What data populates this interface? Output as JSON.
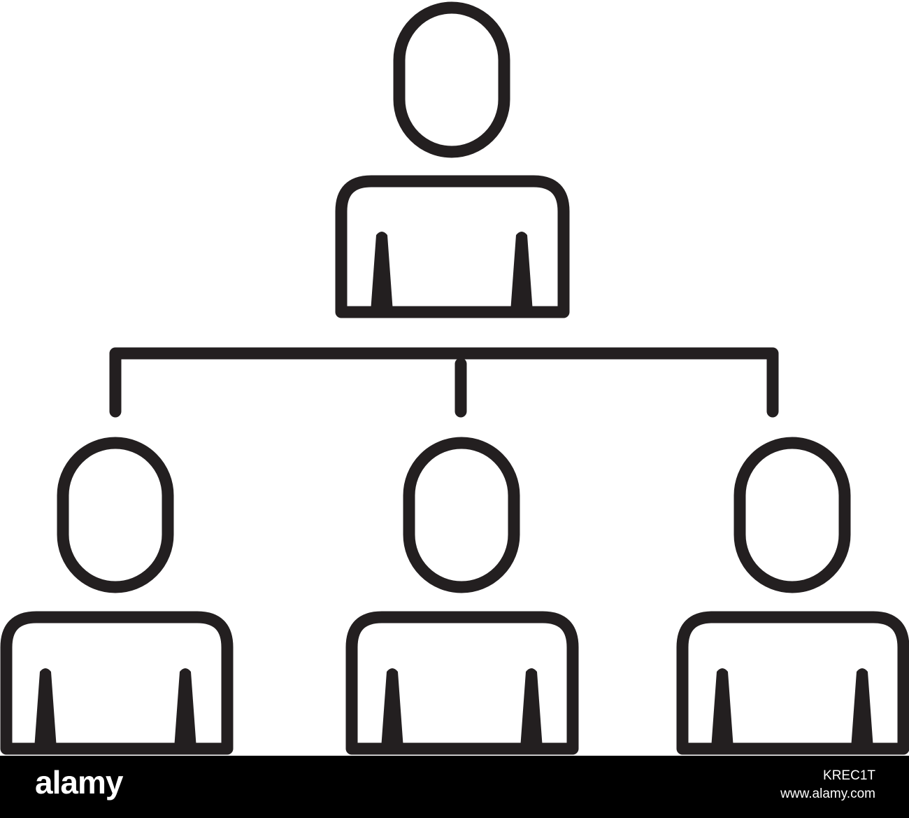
{
  "diagram": {
    "type": "organization-hierarchy-icon",
    "stroke_color": "#231f20",
    "background_color": "#ffffff",
    "nodes": [
      {
        "id": "top",
        "level": 0,
        "icon": "person-icon"
      },
      {
        "id": "left",
        "level": 1,
        "icon": "person-icon"
      },
      {
        "id": "center",
        "level": 1,
        "icon": "person-icon"
      },
      {
        "id": "right",
        "level": 1,
        "icon": "person-icon"
      }
    ],
    "edges": [
      {
        "from": "top",
        "to": "left"
      },
      {
        "from": "top",
        "to": "center"
      },
      {
        "from": "top",
        "to": "right"
      }
    ]
  },
  "footer": {
    "logo_text": "alamy",
    "image_id": "KREC1T",
    "url": "www.alamy.com",
    "background_color": "#000000",
    "text_color": "#ffffff"
  }
}
